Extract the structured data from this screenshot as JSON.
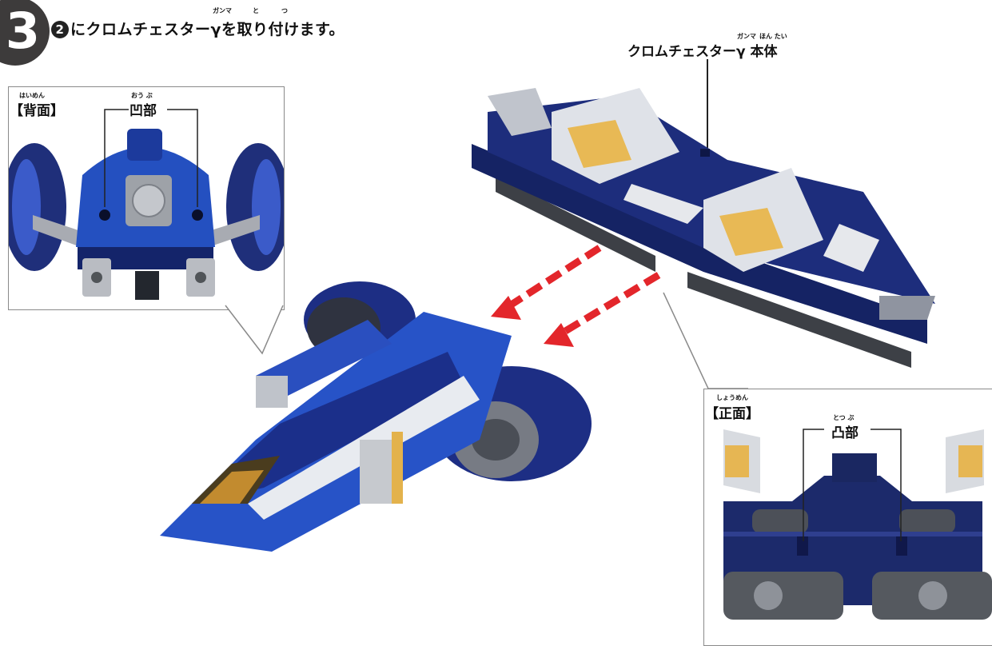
{
  "step": {
    "number": "3",
    "instruction_num": "2",
    "instruction": "にクロムチェスターγを取り付けます。",
    "ruby_ganma": "ガンマ",
    "ruby_to": "と",
    "ruby_tsu": "つ"
  },
  "main_label": {
    "text": "クロムチェスターγ 本体",
    "ruby_ganma": "ガンマ",
    "ruby_hontai": "ほん たい"
  },
  "back_view": {
    "title": "【背面】",
    "title_ruby": "はいめん",
    "part_label": "凹部",
    "part_ruby": "おう ぶ"
  },
  "front_view": {
    "title": "【正面】",
    "title_ruby": "しょうめん",
    "part_label": "凸部",
    "part_ruby": "とつ ぶ"
  },
  "colors": {
    "navy": "#1c2a6b",
    "blue": "#2f57c4",
    "arrow": "#e3262b",
    "gray": "#c9ccd1",
    "yellow": "#e6b653"
  }
}
